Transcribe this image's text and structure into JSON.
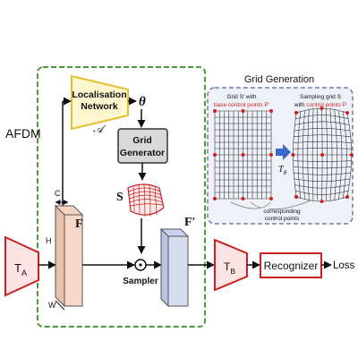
{
  "module": {
    "name": "AFDM"
  },
  "localisation": {
    "line1": "Localisation",
    "line2": "Network",
    "symbol": "𝒜"
  },
  "theta": "θ",
  "grid_generator": {
    "line1": "Grid",
    "line2": "Generator"
  },
  "sampler": {
    "label": "Sampler"
  },
  "feature_in": {
    "label": "F",
    "dims": {
      "c": "C",
      "h": "H",
      "w": "W"
    }
  },
  "feature_out": {
    "label": "F′"
  },
  "grid_symbol": "S",
  "ta": {
    "main": "T",
    "sub": "A"
  },
  "tb": {
    "main": "T",
    "sub": "B"
  },
  "recognizer": {
    "label": "Recognizer"
  },
  "loss": {
    "label": "Loss"
  },
  "grid_generation": {
    "title": "Grid Generation",
    "left_caption_1": "Grid S′ with",
    "left_caption_2": "base control points P′",
    "right_caption_1": "Sampling grid S",
    "right_caption_2": "with control points P",
    "transform_main": "T",
    "transform_sub": "θ",
    "bottom_caption_1": "corresponding",
    "bottom_caption_2": "control points"
  },
  "colors": {
    "afdm_border": "#4f9a3a",
    "grid_panel_border": "#6a7fb0",
    "red": "#cc1f1f",
    "loc_fill": "#fff7cf",
    "loc_border": "#e3c033",
    "gridgen_fill": "#d9d9d9",
    "ta_fill": "#fde3e3",
    "feature_fill": "#f6d8c9",
    "feature_out_fill": "#d6dcf0",
    "blue_arrow": "#3a68c8"
  }
}
